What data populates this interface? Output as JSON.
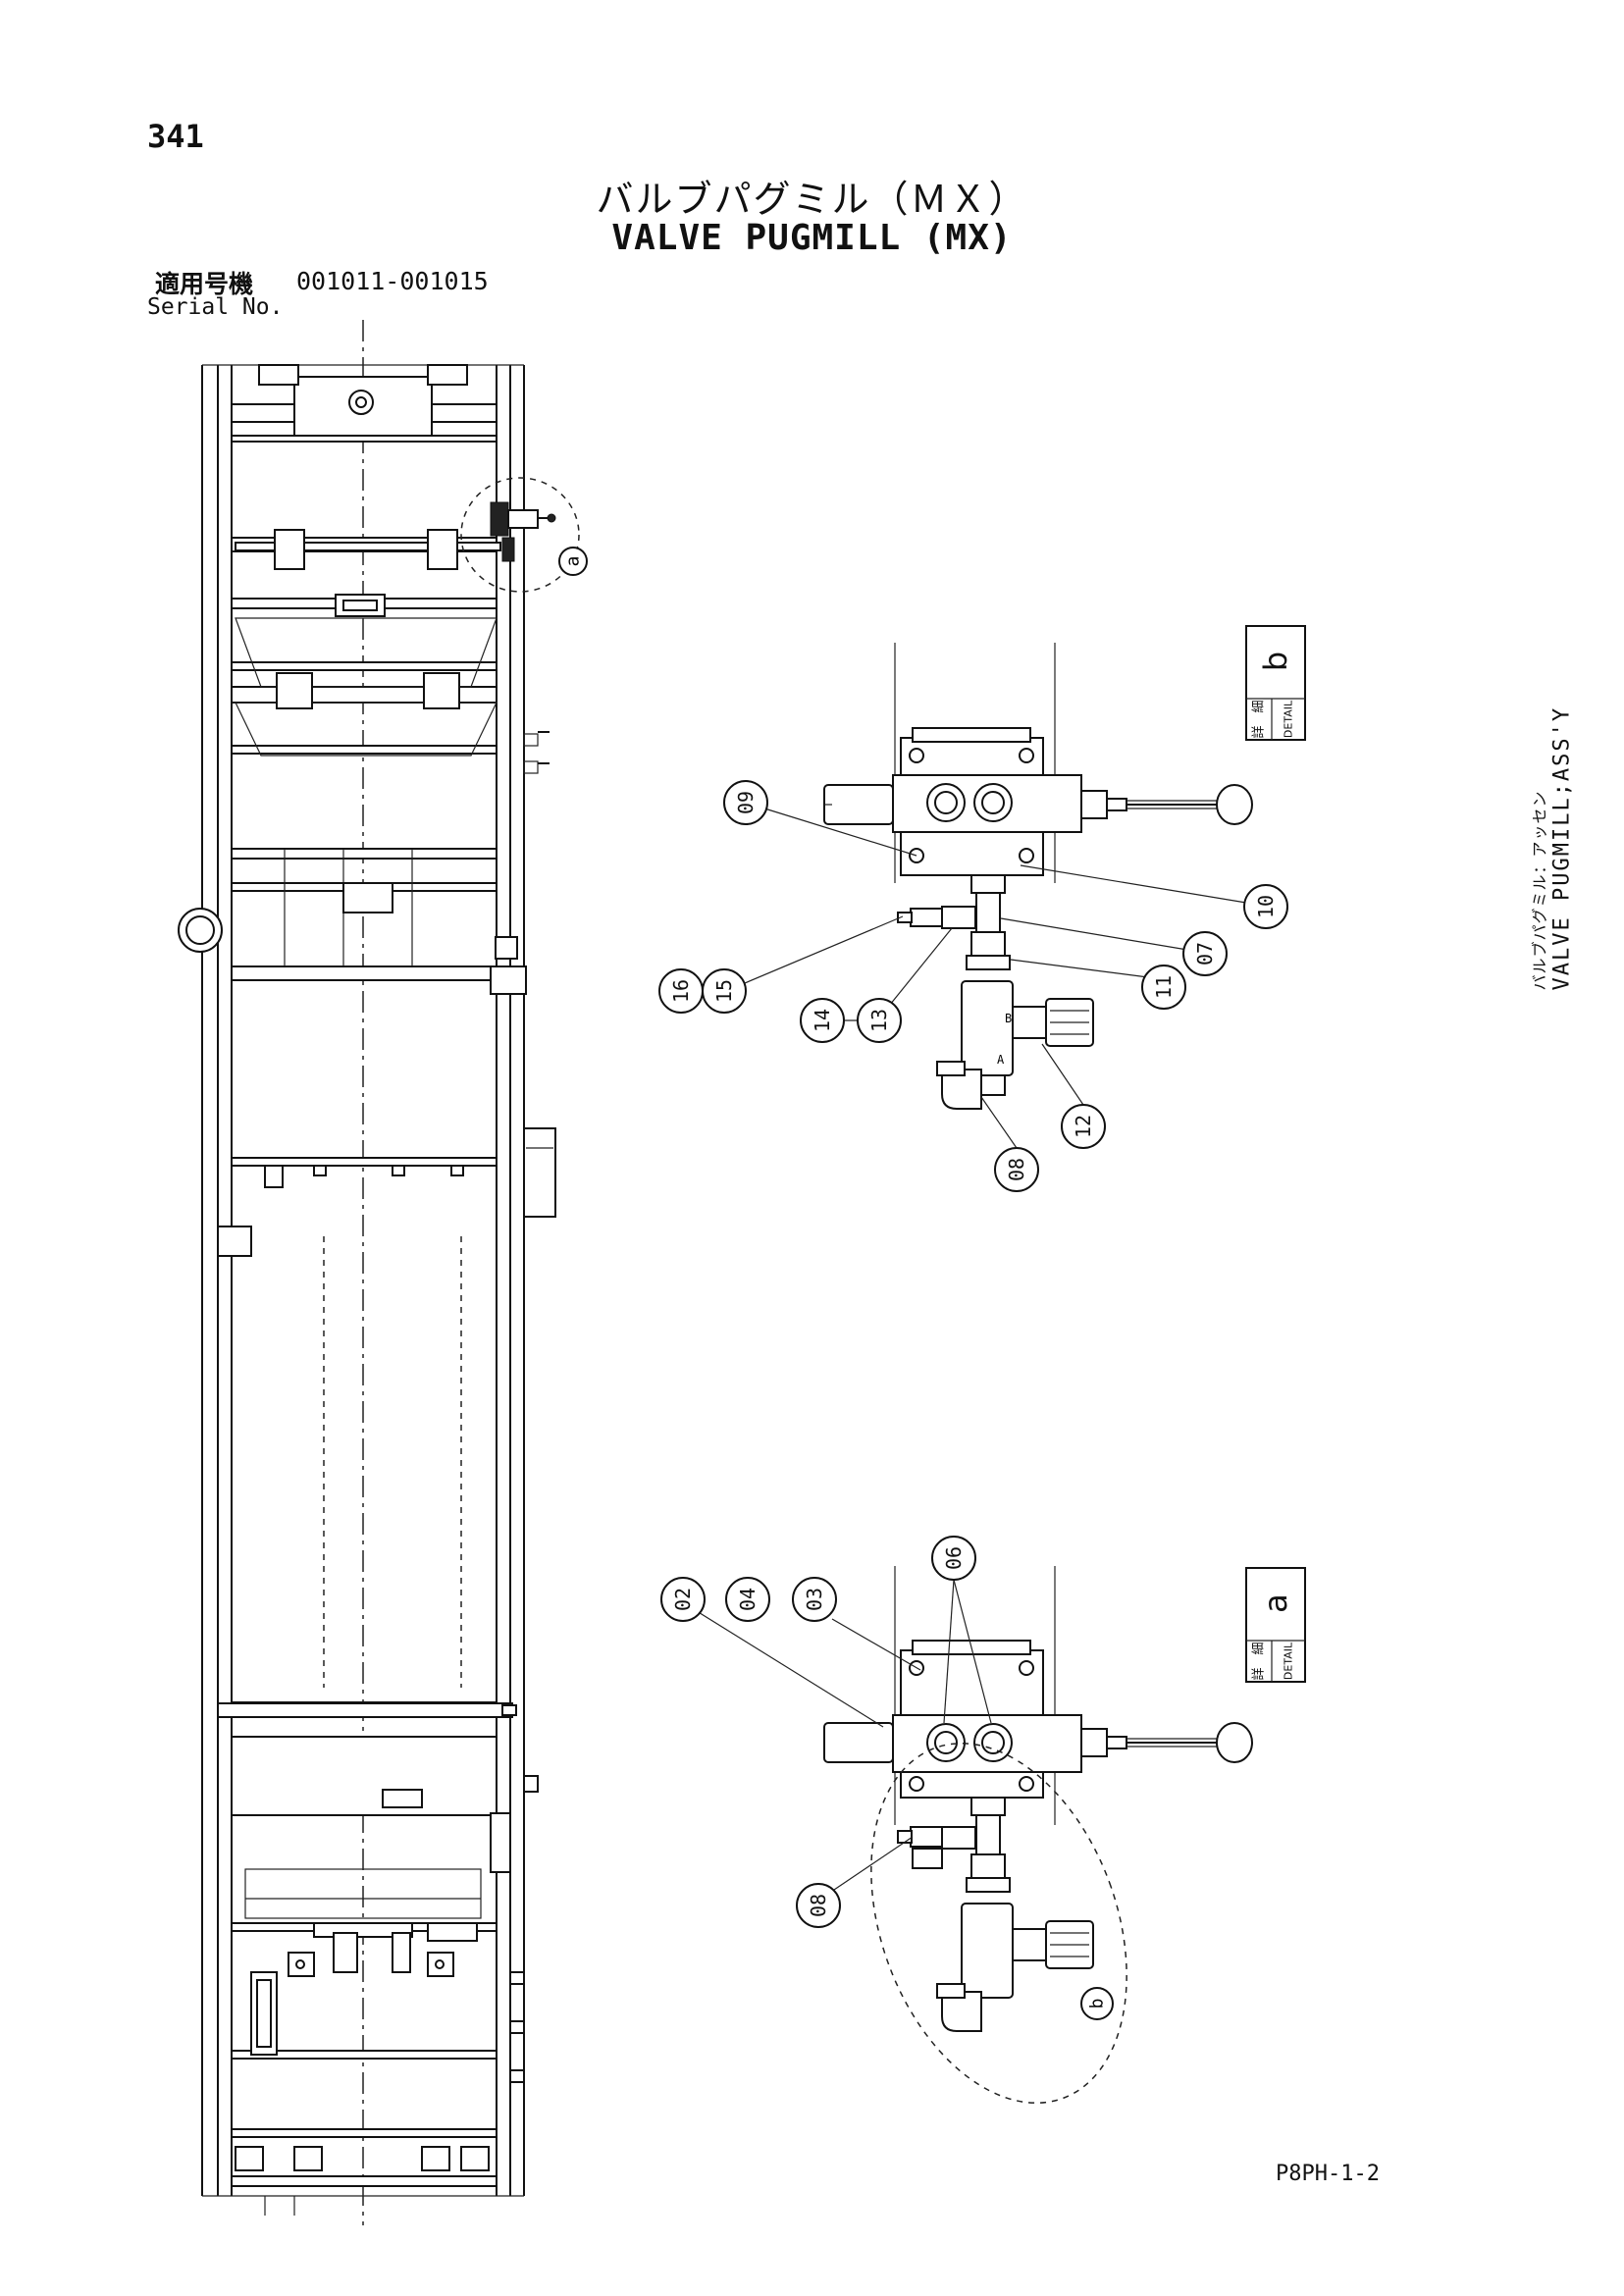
{
  "page_number": "341",
  "title_jp": "バルブパグミル（ＭＸ）",
  "title_en": "VALVE PUGMILL (MX)",
  "serial_label_jp": "適用号機",
  "serial_label_en": "Serial No.",
  "serial_range": "001011-001015",
  "assembly_label_jp": "バルブパグミル：アッセン",
  "assembly_label_en": "VALVE PUGMILL;ASS'Y",
  "drawing_code": "P8PH-1-2",
  "detail_b": {
    "label_jp": "詳　細",
    "label_en": "DETAIL",
    "letter": "b"
  },
  "detail_a": {
    "label_jp": "詳　細",
    "label_en": "DETAIL",
    "letter": "a"
  },
  "frame_callout_a": "a",
  "frame_callout_b": "b",
  "balloons_detail_b": [
    "09",
    "10",
    "07",
    "11",
    "15",
    "16",
    "13",
    "14",
    "12",
    "08"
  ],
  "balloons_detail_a": [
    "02",
    "04",
    "03",
    "06",
    "08"
  ]
}
